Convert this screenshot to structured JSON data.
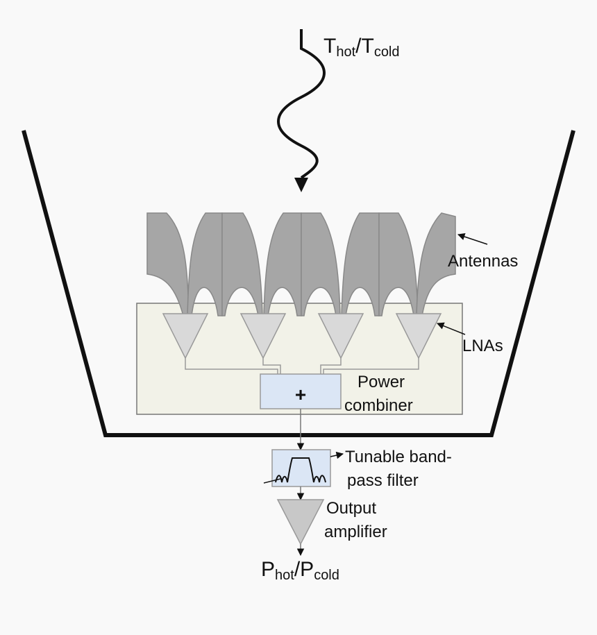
{
  "input_signal": {
    "main_1": "T",
    "sub_1": "hot",
    "slash": "/",
    "main_2": "T",
    "sub_2": "cold"
  },
  "output_signal": {
    "main_1": "P",
    "sub_1": "hot",
    "slash": "/",
    "main_2": "P",
    "sub_2": "cold"
  },
  "labels": {
    "antennas": "Antennas",
    "lnas": "LNAs",
    "combiner_line1": "Power",
    "combiner_line2": "combiner",
    "combiner_symbol": "+",
    "filter_line1": "Tunable band-",
    "filter_line2": "pass filter",
    "amp_line1": "Output",
    "amp_line2": "amplifier"
  },
  "colors": {
    "background": "#f9f9f9",
    "antenna_fill": "#a6a6a6",
    "lna_fill": "#d9d9d9",
    "board_fill": "#f2f2e8",
    "combiner_fill": "#dbe6f5",
    "amp_fill": "#c8c8c8",
    "line": "#111111"
  }
}
